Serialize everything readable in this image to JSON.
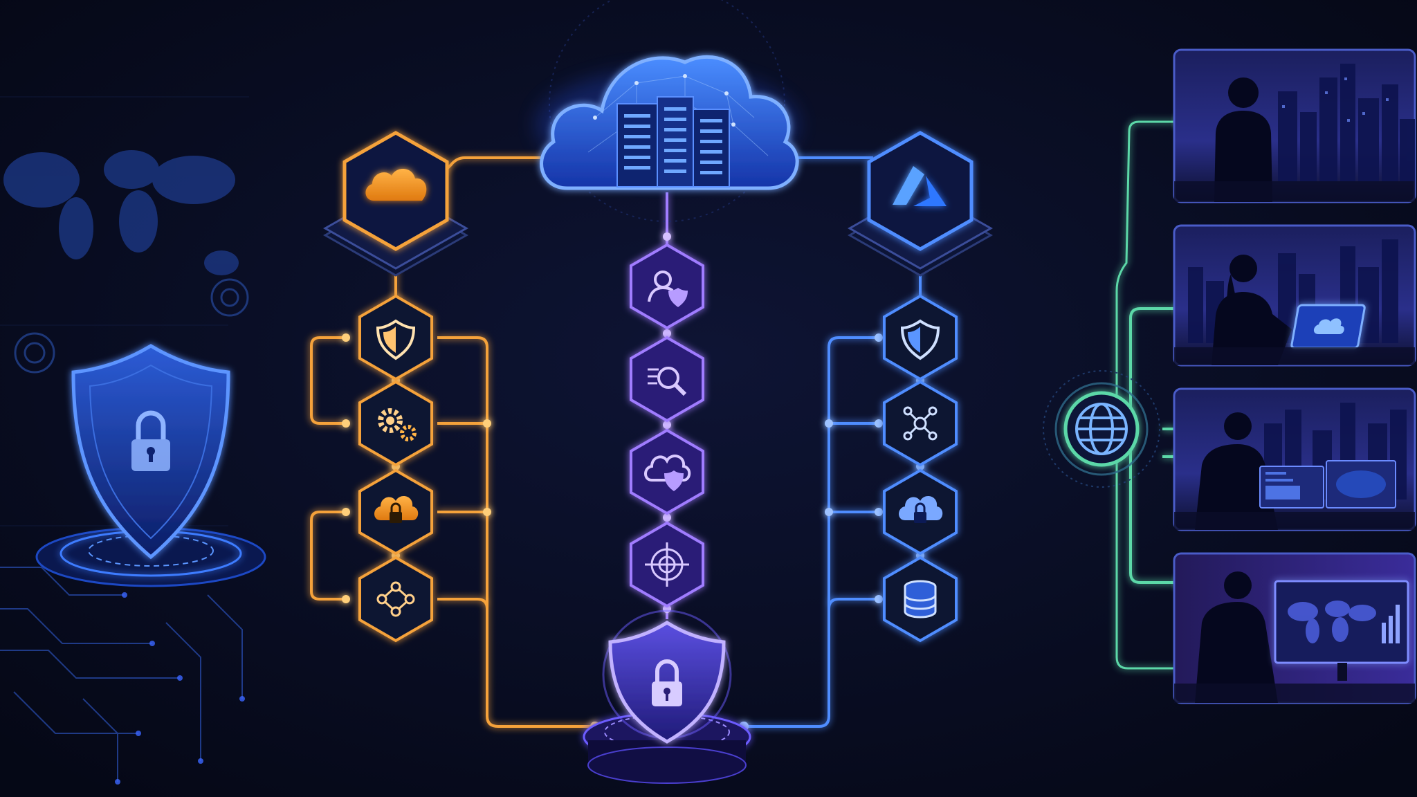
{
  "colors": {
    "background": "#070b1e",
    "aws_orange": "#f5a23a",
    "azure_blue": "#4f8dff",
    "center_violet": "#a07cff",
    "cloud_blue": "#3f7bff",
    "output_green": "#5cd8a8",
    "shield_blue": "#3b6cff"
  },
  "diagram": {
    "left_decor": {
      "icons": [
        "world-map-icon",
        "shield-lock-icon",
        "circuit-traces"
      ]
    },
    "central_cloud": {
      "icon": "cloud-datacenter-icon"
    },
    "aws_stack": {
      "header_icon": "cloud-icon",
      "nodes": [
        "shield-icon",
        "gears-icon",
        "cloud-lock-icon",
        "network-nodes-icon"
      ]
    },
    "center_stack": {
      "nodes": [
        "user-shield-icon",
        "search-document-icon",
        "cloud-shield-icon",
        "target-icon"
      ],
      "base_icon": "shield-lock-icon"
    },
    "azure_stack": {
      "header_icon": "azure-logo-icon",
      "nodes": [
        "shield-icon",
        "network-hub-icon",
        "cloud-lock-icon",
        "database-icon"
      ]
    },
    "globe_hub": {
      "icon": "globe-icon"
    },
    "user_panels": [
      {
        "scene": "person-standing-city-skyline"
      },
      {
        "scene": "person-with-cloud-tablet"
      },
      {
        "scene": "person-at-dual-monitors"
      },
      {
        "scene": "person-at-world-map-dashboard"
      }
    ]
  }
}
